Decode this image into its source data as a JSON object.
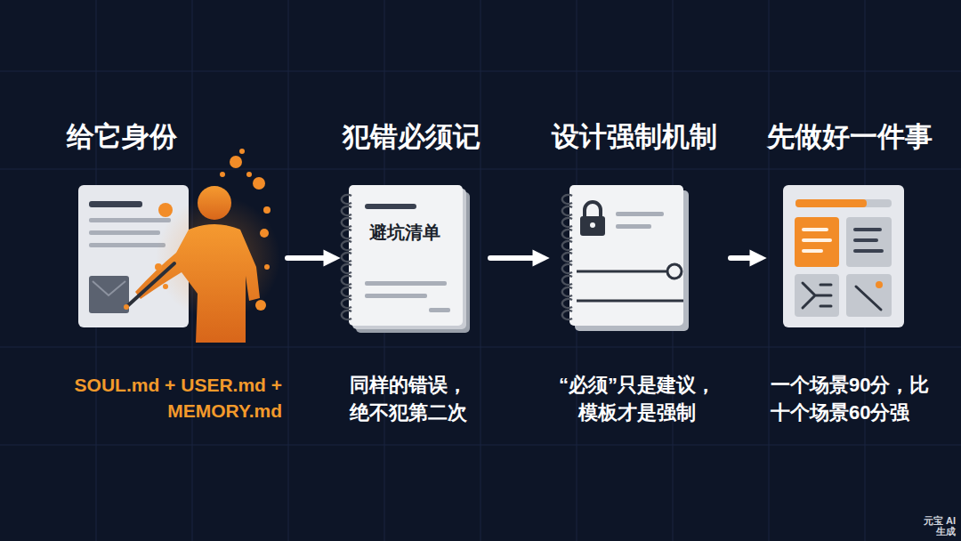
{
  "diagram": {
    "nodes": [
      {
        "text": [
          "给它身份",
          "SOUL.md + USER.md + MEMORY.md"
        ]
      },
      {
        "text": [
          "犯错必须记",
          "避坑清单",
          "同样的错误， 绝不犯第二次"
        ]
      },
      {
        "text": [
          "设计强制机制",
          "“必须”只是建议， 模板才是强制"
        ]
      },
      {
        "text": [
          "先做好一件事",
          "一个场景90分，比 十个场景60分强"
        ]
      }
    ],
    "edges": [
      {
        "from": 0,
        "to": 1,
        "arrow": "to"
      },
      {
        "from": 1,
        "to": 2,
        "arrow": "to"
      },
      {
        "from": 2,
        "to": 3,
        "arrow": "to"
      }
    ],
    "labels": [
      "元宝 AI生成"
    ]
  }
}
